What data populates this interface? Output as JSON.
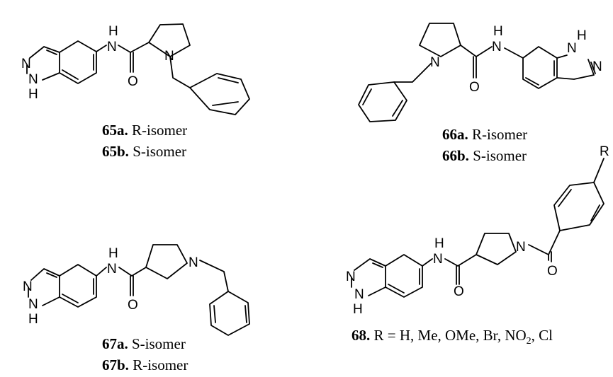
{
  "atoms": {
    "N": "N",
    "H": "H",
    "O": "O",
    "R": "R"
  },
  "captions": {
    "c65a": {
      "id": "65a.",
      "text": " R-isomer"
    },
    "c65b": {
      "id": "65b.",
      "text": " S-isomer"
    },
    "c66a": {
      "id": "66a.",
      "text": " R-isomer"
    },
    "c66b": {
      "id": "66b.",
      "text": " S-isomer"
    },
    "c67a": {
      "id": "67a.",
      "text": " S-isomer"
    },
    "c67b": {
      "id": "67b.",
      "text": " R-isomer"
    },
    "c68": {
      "id": "68.",
      "text_before": " R = H, Me, OMe, Br, NO",
      "sub": "2",
      "text_after": ", Cl"
    }
  }
}
